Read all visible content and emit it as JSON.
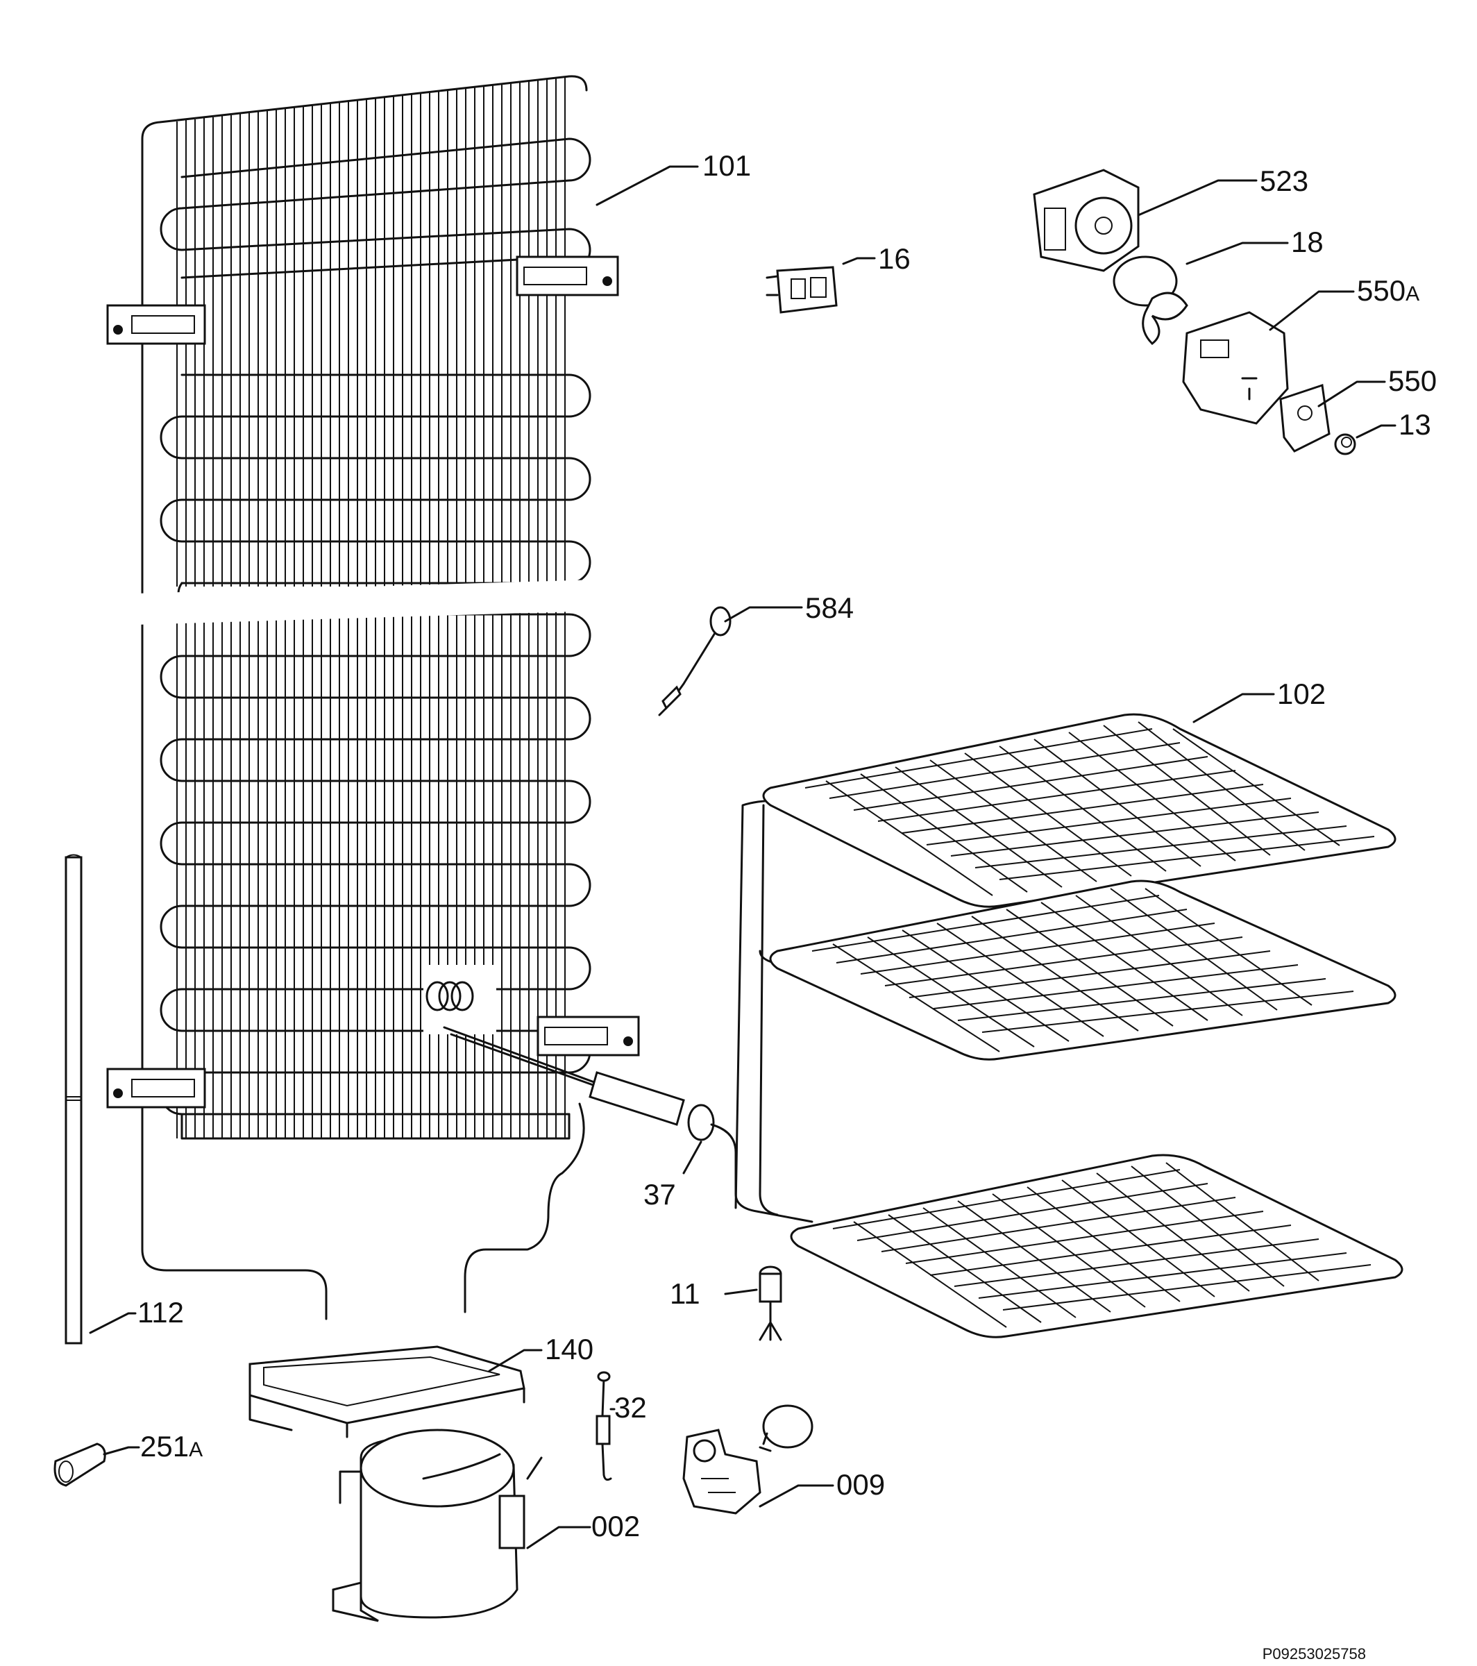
{
  "diagram": {
    "labels": {
      "p101": "101",
      "p523": "523",
      "p16": "16",
      "p18": "18",
      "p550A_num": "550",
      "p550A_suffix": "A",
      "p550": "550",
      "p13": "13",
      "p584": "584",
      "p102": "102",
      "p37": "37",
      "p11": "11",
      "p112": "112",
      "p140": "140",
      "p32": "32",
      "p251A_num": "251",
      "p251A_suffix": "A",
      "p009": "009",
      "p002": "002"
    },
    "document_code": "P09253025758"
  }
}
